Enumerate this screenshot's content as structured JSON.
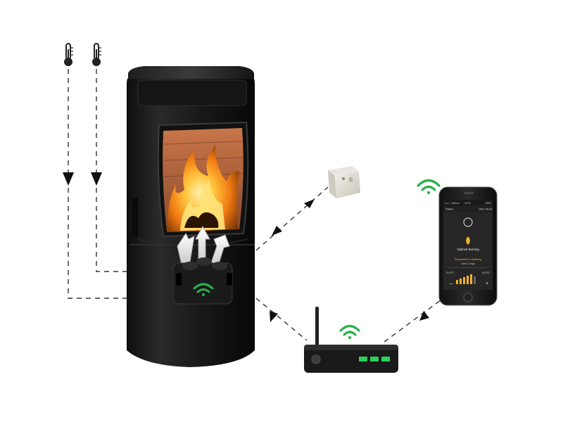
{
  "diagram": {
    "subject": "stove-wifi-control-system",
    "colors": {
      "stove_body": "#1b1b1b",
      "stove_highlight": "#3a3a3a",
      "wifi_green": "#2bb24c",
      "router_led": "#2fd05a",
      "line": "#333333",
      "phone_screen": "#2b2b2b",
      "flame_accent": "#f0b22a"
    },
    "icons": {
      "thermometer": "thermometer-icon",
      "wifi": "wifi-icon",
      "router": "router-icon",
      "phone": "smartphone-icon",
      "sensor": "room-sensor-icon",
      "controller": "air-controller-icon"
    },
    "phone_screen": {
      "status_left": "•••○○ Telenor",
      "status_center": "12:31",
      "status_right": "100%",
      "header_left": "Status",
      "header_right": "HSC Stove",
      "mode_label": "Optimal Burning",
      "line_1": "Temperature is stabilizing",
      "line_2": "Add 1-2 logs",
      "temp_left": "21.0°C",
      "temp_right": "24.3°C",
      "minus_label": "—",
      "plus_label": "+"
    }
  }
}
